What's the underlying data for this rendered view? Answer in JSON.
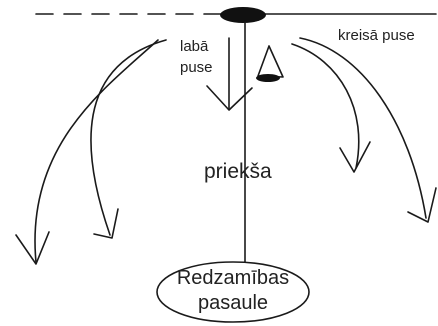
{
  "labels": {
    "right_side_line1": "labā",
    "right_side_line2": "puse",
    "left_side": "kreisā puse",
    "front": "priekša",
    "visible_world_line1": "Redzamības",
    "visible_world_line2": "pasaule"
  },
  "colors": {
    "ink": "#1a1a1a",
    "text": "#222222",
    "background": "#ffffff"
  }
}
